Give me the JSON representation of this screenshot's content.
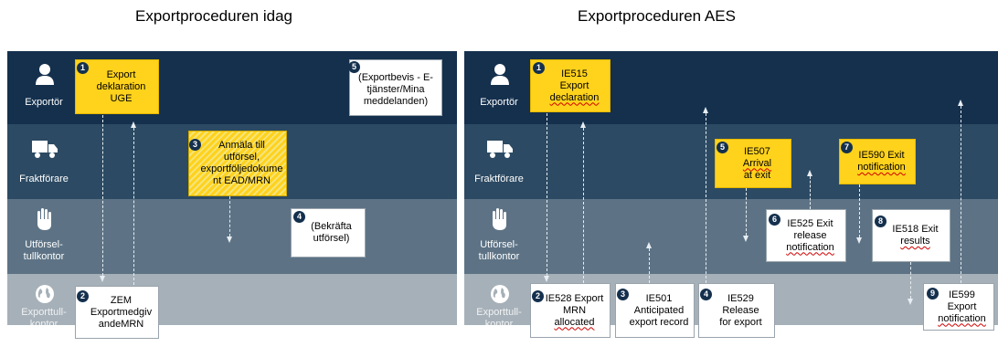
{
  "titles": {
    "left": "Exportproceduren idag",
    "right": "Exportproceduren AES"
  },
  "rows": {
    "exporter": "Exportör",
    "carrier": "Fraktförare",
    "exit_office_line1": "Utförsel-",
    "exit_office_line2": "tullkontor",
    "export_office_line1": "Exporttull-",
    "export_office_line2": "kontor"
  },
  "left": {
    "step1": {
      "num": "1",
      "text": "Export deklaration UGE"
    },
    "step2": {
      "num": "2",
      "text": "ZEM Exportmedgiv andeMRN"
    },
    "step3": {
      "num": "3",
      "text": "Anmäla till utförsel, exportföljedokume nt EAD/MRN"
    },
    "step4": {
      "num": "4",
      "text": "(Bekräfta utförsel)"
    },
    "step5": {
      "num": "5",
      "text": "(Exportbevis - E-tjänster/Mina meddelanden)"
    }
  },
  "right": {
    "step1": {
      "num": "1",
      "l1": "IE515",
      "l2": "Export",
      "l3": "declaration"
    },
    "step2": {
      "num": "2",
      "l1": "IE528 Export",
      "l2": "MRN",
      "l3": "allocated"
    },
    "step3": {
      "num": "3",
      "l1": "IE501",
      "l2": "Anticipated",
      "l3": "export record"
    },
    "step4": {
      "num": "4",
      "l1": "IE529",
      "l2": "Release",
      "l3": "for export"
    },
    "step5": {
      "num": "5",
      "l1": "IE507",
      "l2": "Arrival",
      "l3": "at exit"
    },
    "step6": {
      "num": "6",
      "l1": "IE525 Exit",
      "l2": "release",
      "l3": "notification"
    },
    "step7": {
      "num": "7",
      "l1": "IE590 Exit",
      "l2": "notification"
    },
    "step8": {
      "num": "8",
      "l1": "IE518 Exit",
      "l2": "results"
    },
    "step9": {
      "num": "9",
      "l1": "IE599 Export",
      "l2": "notification"
    }
  },
  "colors": {
    "band1": "#14304d",
    "band2": "#2c4a63",
    "band3": "#5d7385",
    "band4": "#a6b0b8",
    "yellow": "#ffd21c"
  },
  "icons": [
    "person-icon",
    "truck-icon",
    "hand-icon",
    "globe-icon"
  ]
}
